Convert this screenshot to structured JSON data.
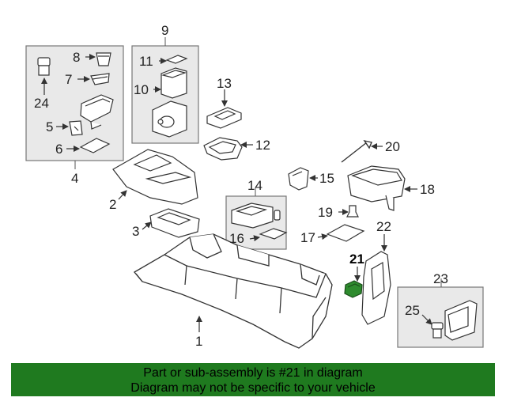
{
  "diagram": {
    "callouts": {
      "c1": "1",
      "c2": "2",
      "c3": "3",
      "c4": "4",
      "c5": "5",
      "c6": "6",
      "c7": "7",
      "c8": "8",
      "c9": "9",
      "c10": "10",
      "c11": "11",
      "c12": "12",
      "c13": "13",
      "c14": "14",
      "c15": "15",
      "c16": "16",
      "c17": "17",
      "c18": "18",
      "c19": "19",
      "c20": "20",
      "c21": "21",
      "c22": "22",
      "c23": "23",
      "c24": "24",
      "c25": "25"
    },
    "highlight_color": "#2e8b2e",
    "highlight_part": "21"
  },
  "banner": {
    "line1": "Part or sub-assembly is #21 in diagram",
    "line2": "Diagram may not be specific to your vehicle",
    "background_color": "#1f7a1f"
  }
}
